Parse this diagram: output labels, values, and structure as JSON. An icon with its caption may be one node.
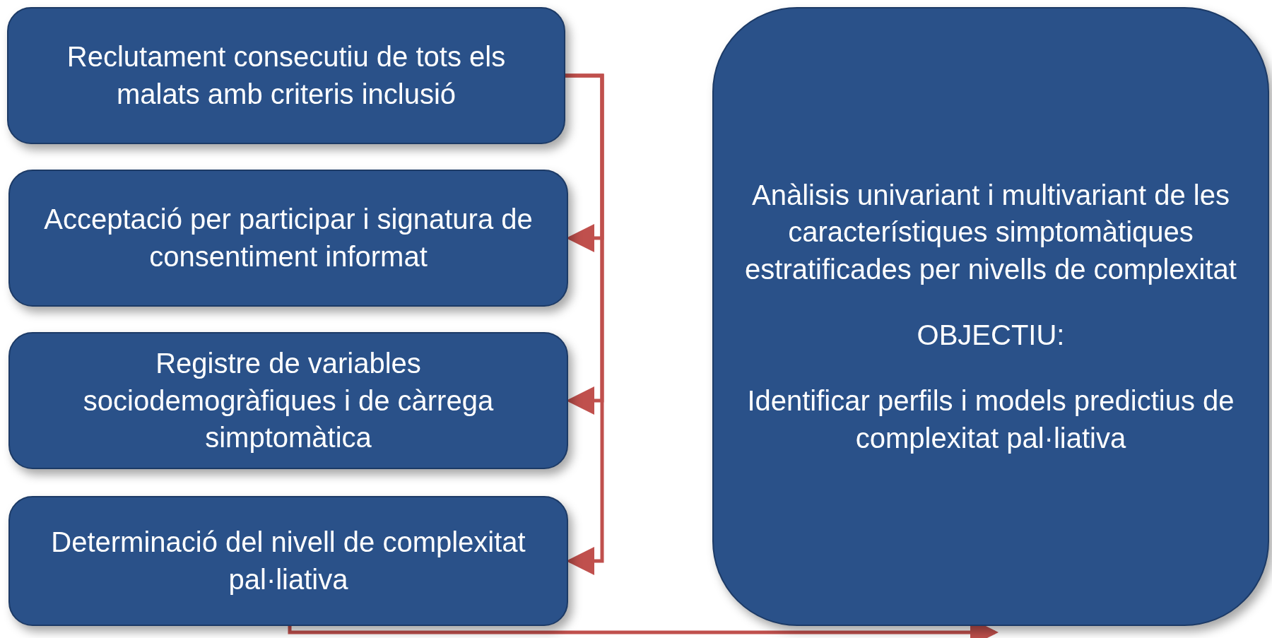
{
  "diagram": {
    "nodes": [
      {
        "text": [
          "Reclutament consecutiu de tots els malats amb criteris inclusió"
        ]
      },
      {
        "text": [
          "Acceptació per participar i signatura de consentiment informat"
        ]
      },
      {
        "text": [
          "Registre de variables sociodemogràfiques i de càrrega simptomàtica"
        ]
      },
      {
        "text": [
          "Determinació del nivell de complexitat pal·liativa"
        ]
      },
      {
        "text": [
          "Anàlisis univariant i multivariant de les característiques simptomàtiques estratificades per nivells de complexitat",
          "OBJECTIU:",
          "Identificar perfils i models predictius de complexitat pal·liativa"
        ]
      }
    ],
    "edges": [
      {
        "from": 0,
        "to": 1,
        "arrow": "to"
      },
      {
        "from": 0,
        "to": 2,
        "arrow": "to"
      },
      {
        "from": 0,
        "to": 3,
        "arrow": "to"
      },
      {
        "from": 3,
        "to": 4,
        "arrow": "to"
      }
    ]
  }
}
